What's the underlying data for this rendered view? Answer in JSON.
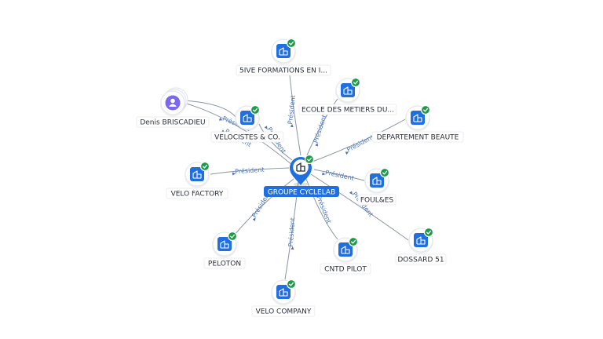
{
  "diagram": {
    "center": {
      "id": "groupe-cyclelab",
      "label": "GROUPE CYCLELAB"
    },
    "edge_label": "Président",
    "nodes": [
      {
        "id": "5ive",
        "label": "5IVE FORMATIONS EN I...",
        "type": "company",
        "verified": true
      },
      {
        "id": "ecole",
        "label": "ECOLE DES METIERS DU...",
        "type": "company",
        "verified": true
      },
      {
        "id": "departement",
        "label": "DEPARTEMENT BEAUTE",
        "type": "company",
        "verified": true
      },
      {
        "id": "foules",
        "label": "FOUL&ES",
        "type": "company",
        "verified": true
      },
      {
        "id": "dossard",
        "label": "DOSSARD 51",
        "type": "company",
        "verified": true
      },
      {
        "id": "cntd",
        "label": "CNTD PILOT",
        "type": "company",
        "verified": true
      },
      {
        "id": "velo-company",
        "label": "VELO COMPANY",
        "type": "company",
        "verified": true
      },
      {
        "id": "peloton",
        "label": "PELOTON",
        "type": "company",
        "verified": true
      },
      {
        "id": "velo-factory",
        "label": "VELO FACTORY",
        "type": "company",
        "verified": true
      },
      {
        "id": "velocistes",
        "label": "VELOCISTES & CO.",
        "type": "company",
        "verified": true
      },
      {
        "id": "denis",
        "label": "Denis BRISCADIEU",
        "type": "person",
        "verified": false
      }
    ],
    "edges": [
      {
        "from": "groupe-cyclelab",
        "to": "5ive",
        "label": "Président"
      },
      {
        "from": "groupe-cyclelab",
        "to": "ecole",
        "label": "Président"
      },
      {
        "from": "groupe-cyclelab",
        "to": "departement",
        "label": "Président"
      },
      {
        "from": "groupe-cyclelab",
        "to": "foules",
        "label": "Président"
      },
      {
        "from": "groupe-cyclelab",
        "to": "dossard",
        "label": "Président"
      },
      {
        "from": "groupe-cyclelab",
        "to": "cntd",
        "label": "Président"
      },
      {
        "from": "groupe-cyclelab",
        "to": "velo-company",
        "label": "Président"
      },
      {
        "from": "groupe-cyclelab",
        "to": "peloton",
        "label": "Président"
      },
      {
        "from": "groupe-cyclelab",
        "to": "velo-factory",
        "label": "Président"
      },
      {
        "from": "groupe-cyclelab",
        "to": "velocistes",
        "label": "Président"
      },
      {
        "from": "denis",
        "to": "velocistes",
        "label": "Président"
      },
      {
        "from": "denis",
        "to": "groupe-cyclelab",
        "label": "Président"
      }
    ],
    "colors": {
      "company_icon": "#1f6fe0",
      "verified_badge": "#1e9b4a",
      "person_avatar": "#7b68ee",
      "edge_label": "#4a74b8",
      "edge": "#8b95a7"
    }
  }
}
